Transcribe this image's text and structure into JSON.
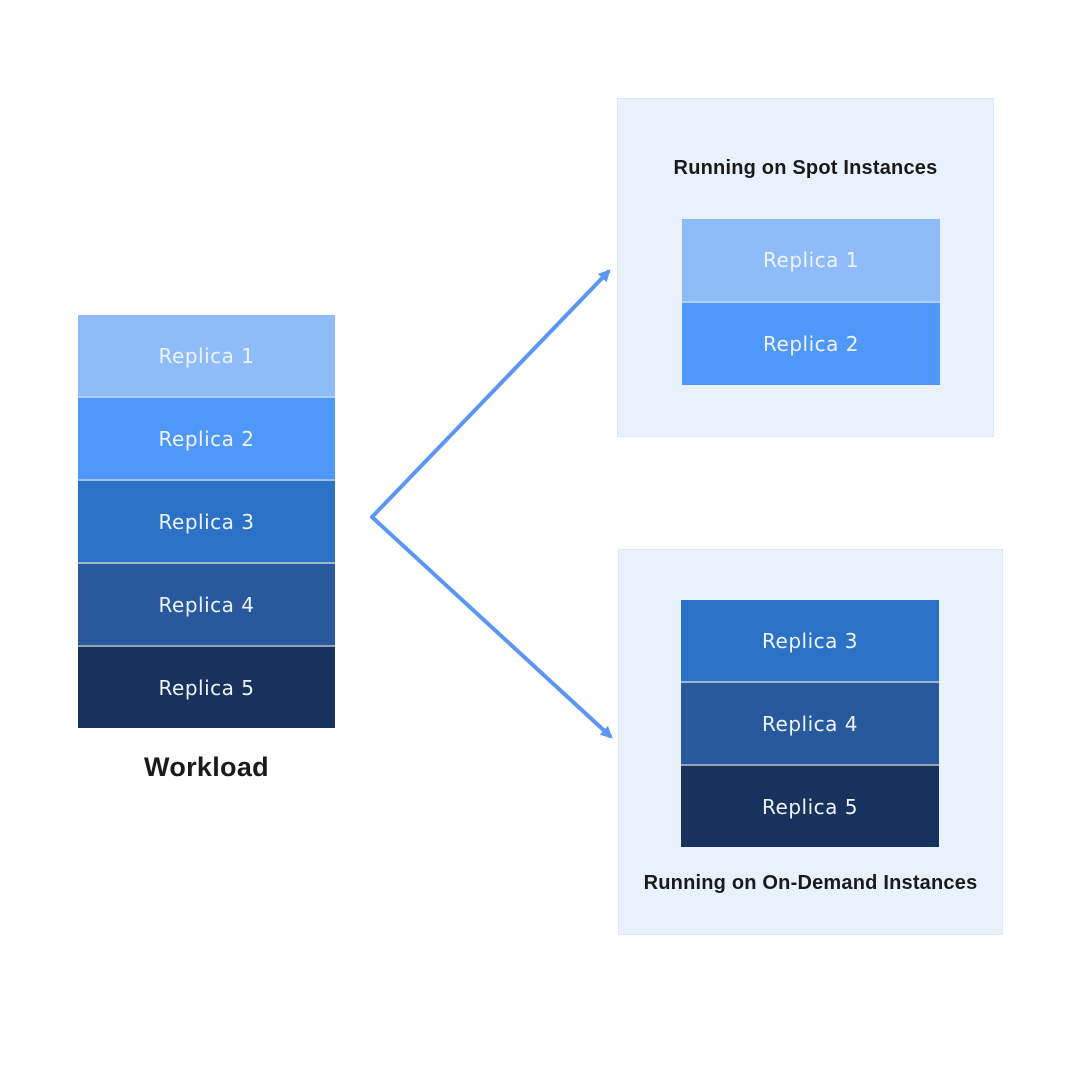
{
  "colors": {
    "background": "#ffffff",
    "panel_bg": "#e8f1fc",
    "panel_border": "#dbe8f9",
    "arrow": "#5c96f3",
    "heading_text": "#1a1a1a",
    "replica_text": "#eff3fb",
    "replica_1": "#8fbcf9",
    "replica_2": "#4f97f8",
    "replica_3": "#2b72c7",
    "replica_4": "#27599c",
    "replica_5": "#16325d"
  },
  "workload": {
    "caption": "Workload",
    "replicas": [
      {
        "label": "Replica 1"
      },
      {
        "label": "Replica 2"
      },
      {
        "label": "Replica 3"
      },
      {
        "label": "Replica 4"
      },
      {
        "label": "Replica 5"
      }
    ]
  },
  "spot_panel": {
    "title": "Running on Spot Instances",
    "replicas": [
      {
        "label": "Replica 1"
      },
      {
        "label": "Replica 2"
      }
    ]
  },
  "ondemand_panel": {
    "title": "Running on On-Demand Instances",
    "replicas": [
      {
        "label": "Replica 3"
      },
      {
        "label": "Replica 4"
      },
      {
        "label": "Replica 5"
      }
    ]
  }
}
